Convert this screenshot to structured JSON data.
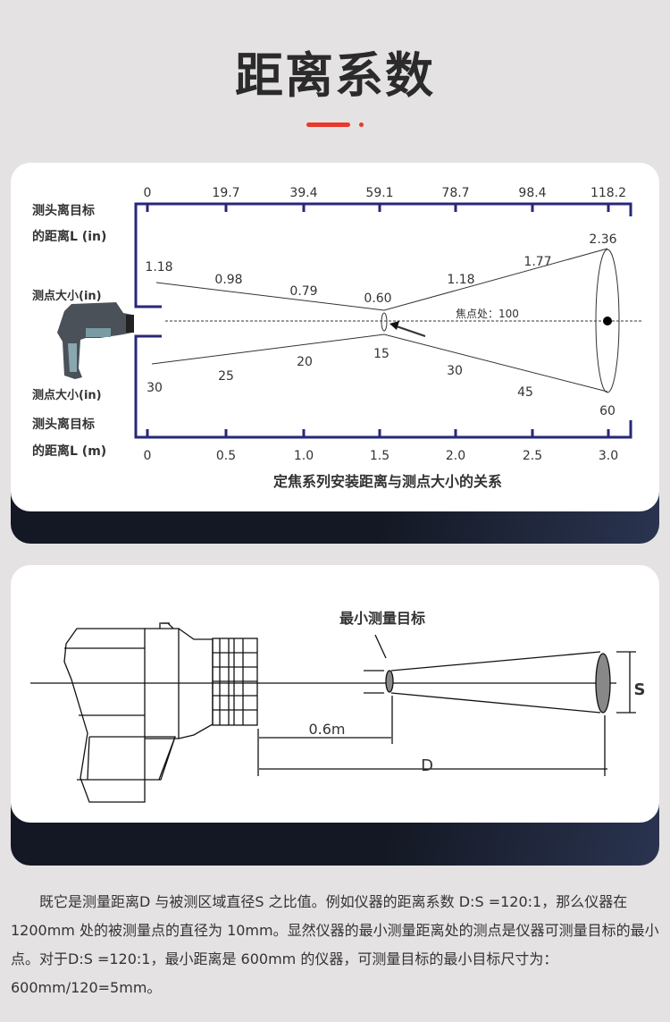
{
  "title": "距离系数",
  "accent_color": "#e8392c",
  "chart1": {
    "top_ticks": [
      "0",
      "19.7",
      "39.4",
      "59.1",
      "78.7",
      "98.4",
      "118.2"
    ],
    "bottom_ticks": [
      "0",
      "0.5",
      "1.0",
      "1.5",
      "2.0",
      "2.5",
      "3.0"
    ],
    "label_top_1": "测头离目标",
    "label_top_2": "的距离L (in)",
    "label_spot_top": "测点大小(in)",
    "label_spot_bottom": "测点大小(in)",
    "label_bottom_1": "测头离目标",
    "label_bottom_2": "的距离L (m)",
    "upper_values": [
      "1.18",
      "0.98",
      "0.79",
      "0.60",
      "1.18",
      "1.77",
      "2.36"
    ],
    "lower_values": [
      "30",
      "25",
      "20",
      "15",
      "30",
      "45",
      "60"
    ],
    "focus_label": "焦点处：100",
    "caption": "定焦系列安装距离与测点大小的关系"
  },
  "diagram2": {
    "min_target": "最小测量目标",
    "min_distance": "0.6m",
    "distance": "D",
    "spot": "S"
  },
  "paragraph": "既它是测量距离D 与被测区域直径S 之比值。例如仪器的距离系数 D:S =120:1，那么仪器在 1200mm 处的被测量点的直径为 10mm。显然仪器的最小测量距离处的测点是仪器可测量目标的最小点。对于D:S =120:1，最小距离是 600mm 的仪器，可测量目标的最小目标尺寸为：600mm/120=5mm。"
}
